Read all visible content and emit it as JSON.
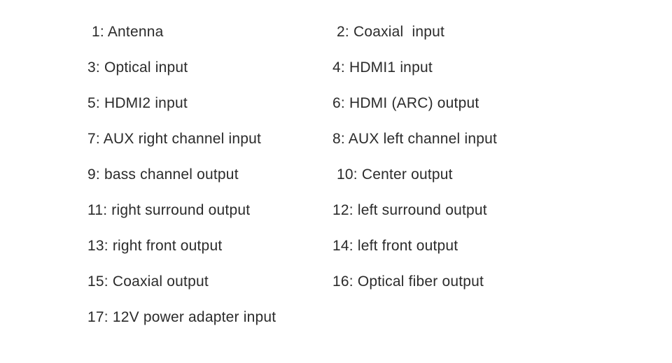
{
  "page": {
    "background_color": "#ffffff",
    "text_color": "#2b2b2b"
  },
  "port_legend": {
    "rows": [
      {
        "left": " 1: Antenna",
        "right": " 2: Coaxial  input"
      },
      {
        "left": "3: Optical input",
        "right": "4: HDMI1 input"
      },
      {
        "left": "5: HDMI2 input",
        "right": "6: HDMI (ARC) output"
      },
      {
        "left": "7: AUX right channel input",
        "right": "8: AUX left channel input"
      },
      {
        "left": "9: bass channel output",
        "right": " 10: Center output"
      },
      {
        "left": "11: right surround output",
        "right": "12: left surround output"
      },
      {
        "left": "13: right front output",
        "right": "14: left front output"
      },
      {
        "left": "15: Coaxial output",
        "right": "16: Optical fiber output"
      },
      {
        "left": "17: 12V power adapter input",
        "right": ""
      }
    ]
  }
}
